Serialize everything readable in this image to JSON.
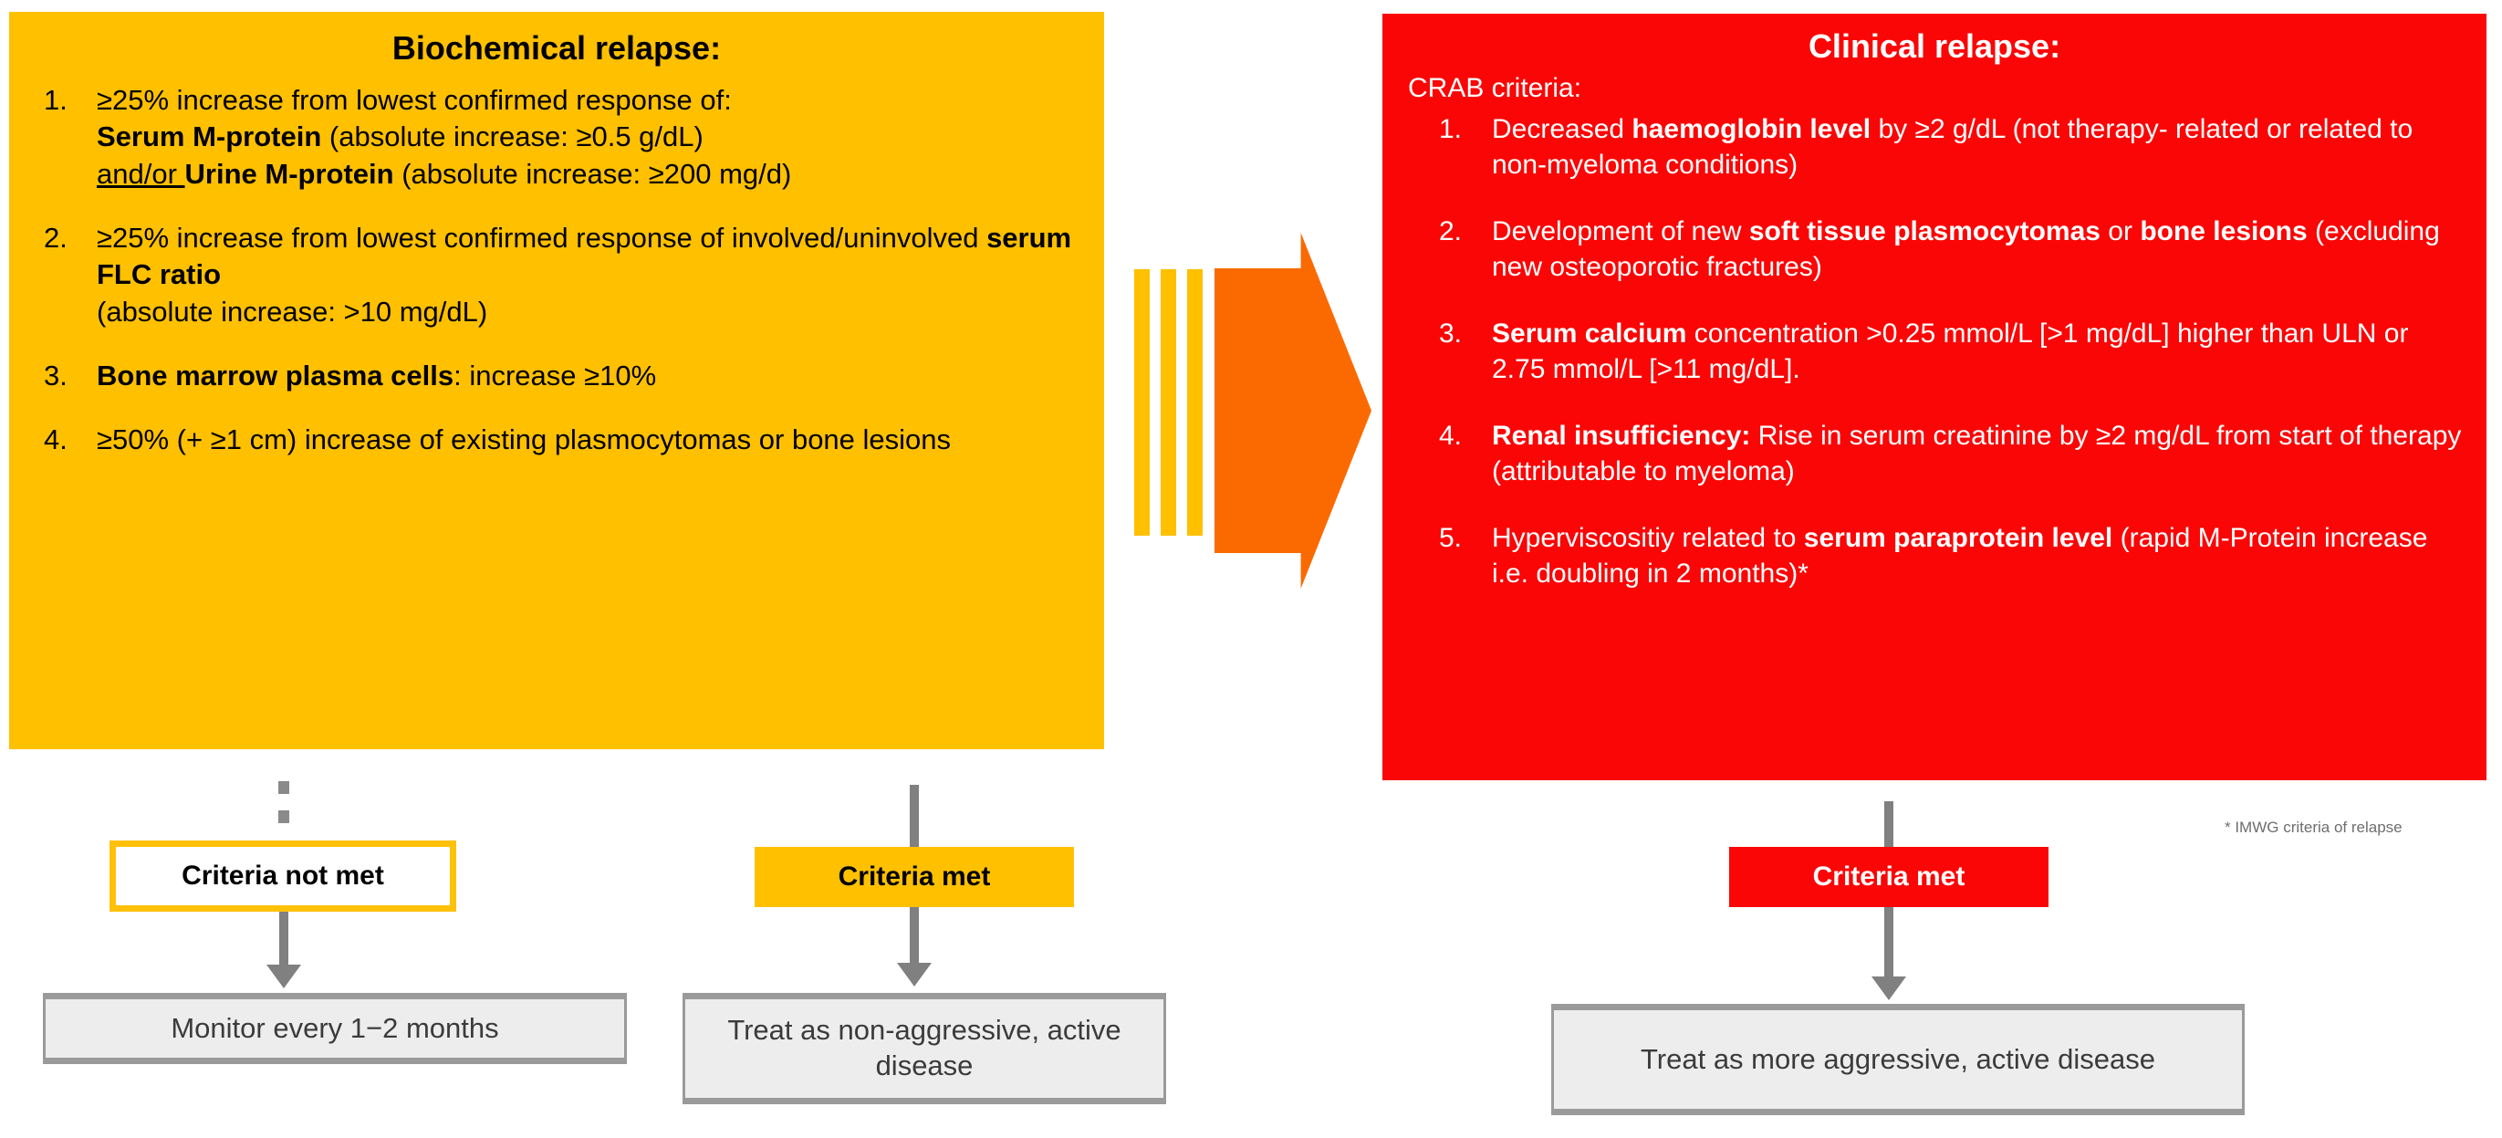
{
  "colors": {
    "biochemical_panel": "#FFC000",
    "clinical_panel": "#FB0606",
    "arrow_body": "#FB6A00",
    "arrow_tail": "#FFC000",
    "connector_gray": "#808080",
    "outcome_box_fill": "#EDEDED",
    "outcome_box_border": "#9A9A9A"
  },
  "biochemical": {
    "title": "Biochemical relapse:",
    "items": [
      {
        "num": "1.",
        "html": "≥25% increase from lowest confirmed response of:<br><b>Serum M-protein</b> (absolute increase: ≥0.5 g/dL)<br><u>and/or </u><b>Urine M-protein</b> (absolute increase: ≥200 mg/d)"
      },
      {
        "num": "2.",
        "html": "≥25% increase from lowest confirmed response of involved/uninvolved <b>serum FLC ratio</b><br>(absolute increase: &gt;10 mg/dL)"
      },
      {
        "num": "3.",
        "html": "<b>Bone marrow plasma cells</b>: increase ≥10%"
      },
      {
        "num": "4.",
        "html": "≥50% (+ ≥1 cm) increase of existing plasmocytomas or bone lesions"
      }
    ]
  },
  "clinical": {
    "title": "Clinical relapse:",
    "subtitle": "CRAB criteria:",
    "items": [
      {
        "num": "1.",
        "html": "Decreased <b>haemoglobin level</b> by ≥2 g/dL (not therapy- related or related to non-myeloma conditions)"
      },
      {
        "num": "2.",
        "html": "Development of new <b>soft tissue plasmocytomas</b> or <b>bone lesions</b> (excluding new osteoporotic fractures)"
      },
      {
        "num": "3.",
        "html": "<b>Serum calcium</b> concentration &gt;0.25 mmol/L [&gt;1 mg/dL] higher than ULN or 2.75 mmol/L [&gt;11 mg/dL]."
      },
      {
        "num": "4.",
        "html": "<b>Renal insufficiency:</b> Rise in serum creatinine by ≥2 mg/dL from start of therapy (attributable to myeloma)"
      },
      {
        "num": "5.",
        "html": "Hyperviscositiy related to <b>serum paraprotein level</b> (rapid M-Protein increase i.e. doubling in 2 months)*"
      }
    ]
  },
  "flow": {
    "criteria_not_met": "Criteria not met",
    "criteria_met_biochemical": "Criteria met",
    "criteria_met_clinical": "Criteria met",
    "outcome_monitor": "Monitor every 1−2 months",
    "outcome_non_aggressive": "Treat as non-aggressive, active disease",
    "outcome_aggressive": "Treat as more aggressive, active disease"
  },
  "footnote": "* IMWG criteria of relapse"
}
